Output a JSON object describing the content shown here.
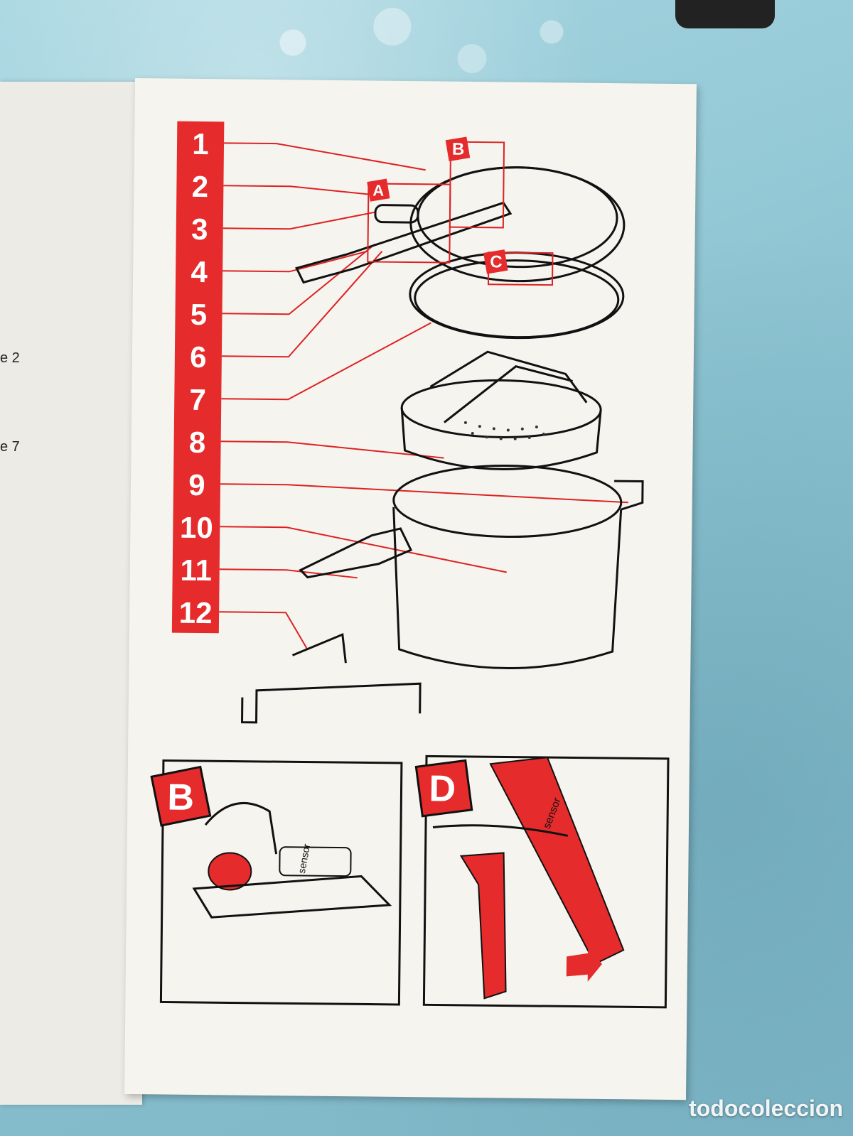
{
  "left_panel": {
    "fragments": [
      "e 2",
      "e 7"
    ]
  },
  "numbers": [
    "1",
    "2",
    "3",
    "4",
    "5",
    "6",
    "7",
    "8",
    "9",
    "10",
    "11",
    "12"
  ],
  "callouts": {
    "a": "A",
    "b": "B",
    "c": "C"
  },
  "panel_b": {
    "letter": "B",
    "label": "sensor"
  },
  "panel_d": {
    "letter": "D",
    "label": "sensor"
  },
  "watermark": "todocoleccion",
  "colors": {
    "accent": "#e52b2b",
    "paper": "#f5f4ef",
    "background": "#8ec5d3"
  }
}
